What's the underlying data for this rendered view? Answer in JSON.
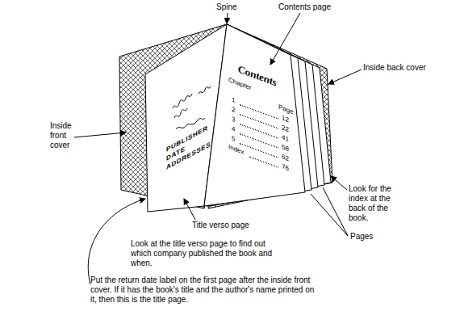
{
  "diagram": {
    "nodes": [
      {
        "text": [
          "PUBLISHER DATE ADDRESSES"
        ]
      },
      {
        "text": [
          "Contents",
          "Chapter",
          "Page",
          "1",
          "12",
          "2",
          "22",
          "3",
          "41",
          "4",
          "58",
          "5",
          "62",
          "Index",
          "76"
        ]
      }
    ],
    "labels": [
      "Spine",
      "Contents page",
      "Inside back cover",
      "Inside front cover",
      "Look for the index at the back of the book.",
      "Pages",
      "Title verso page",
      "Look at the title verso page to find out which company published the book and when.",
      "Put the return date label on the first page after the inside front cover. If it has the book's title and the author's name printed on it, then this is the title page."
    ]
  }
}
